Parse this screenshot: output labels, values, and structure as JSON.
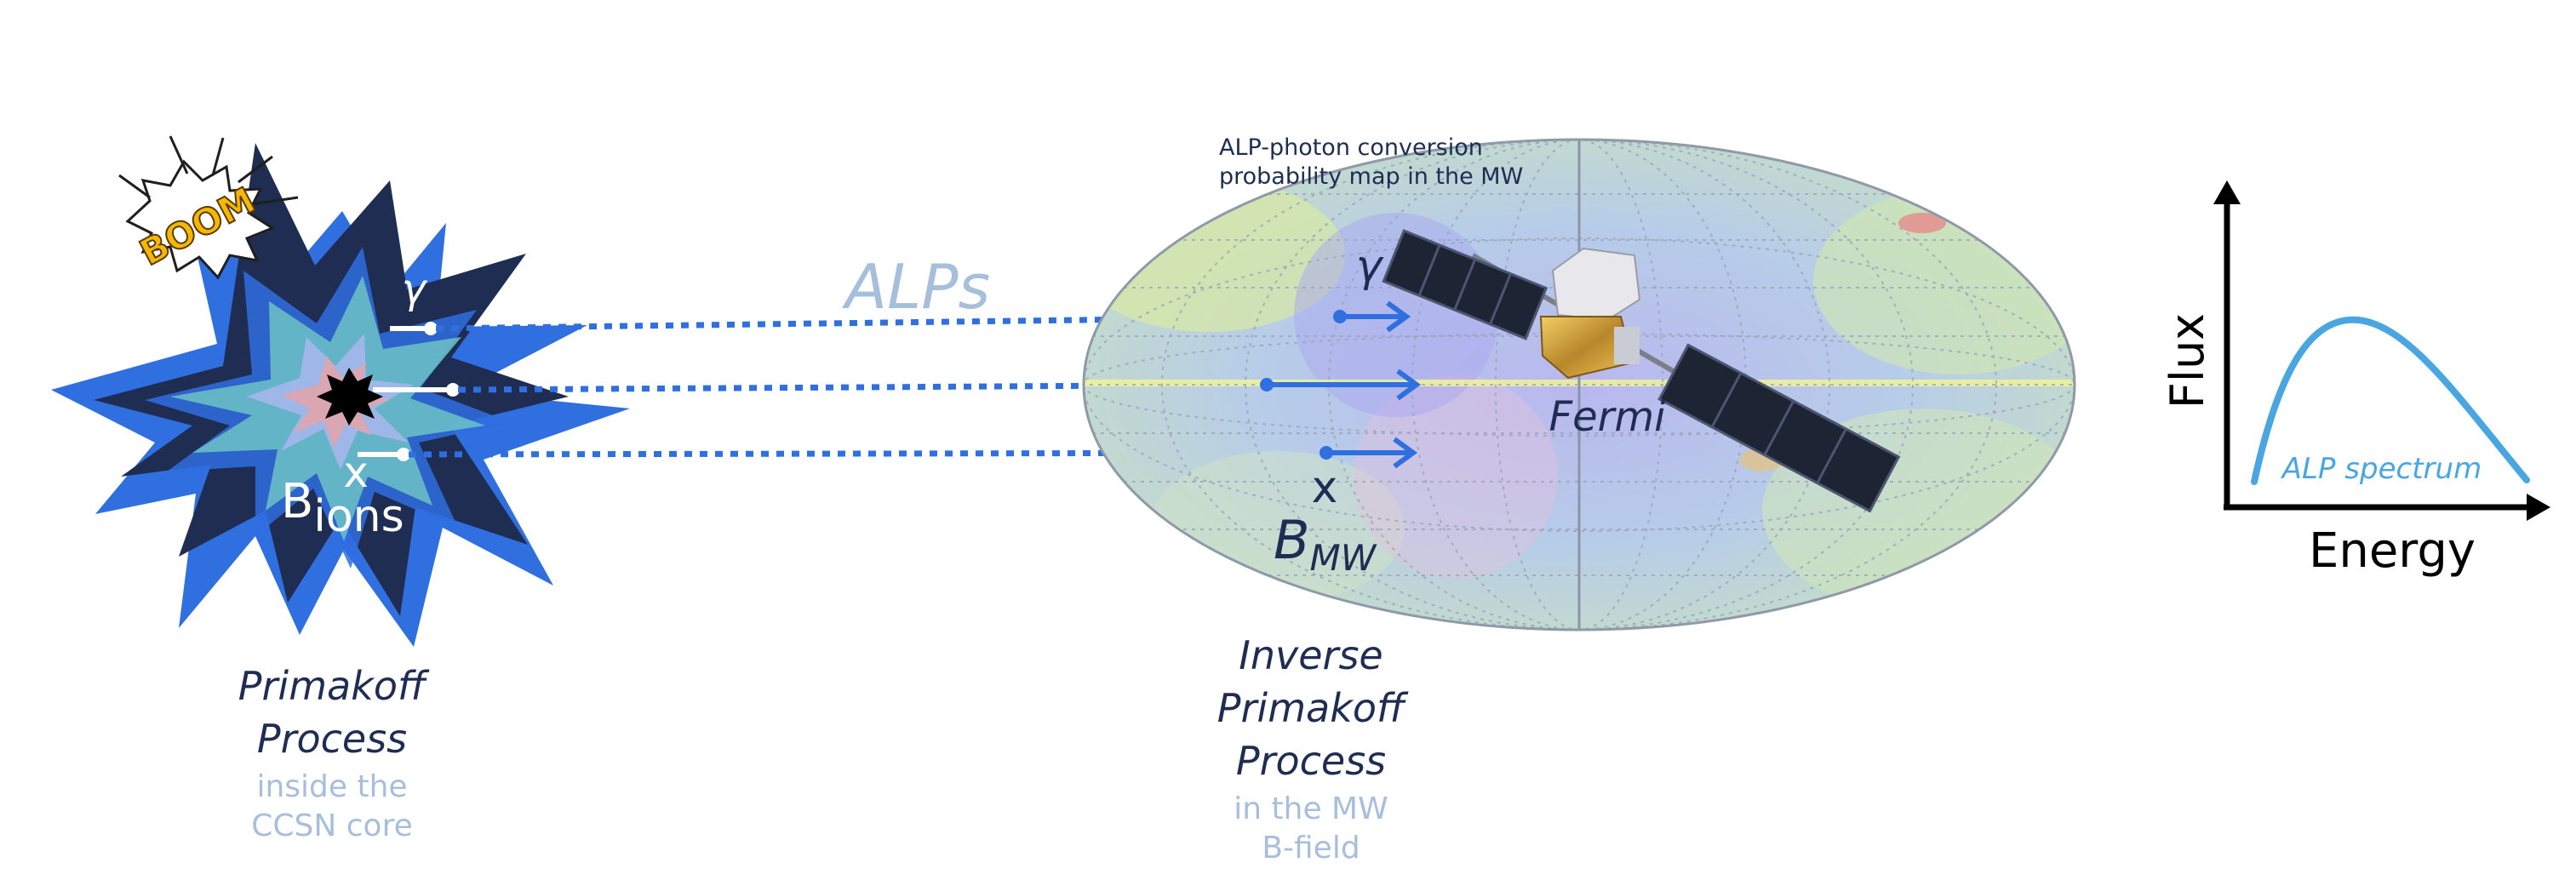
{
  "supernova": {
    "boom_text": "BOOM",
    "gamma_label": "γ",
    "x_label": "x",
    "b_ions_main": "B",
    "b_ions_sub": "ions"
  },
  "beam": {
    "label": "ALPs"
  },
  "sky_map": {
    "title_line1": "ALP-photon conversion",
    "title_line2": "probability map in the MW",
    "gamma_label": "γ",
    "x_label": "x",
    "bmw_main": "B",
    "bmw_sub": "MW",
    "satellite_label": "Fermi"
  },
  "primakoff": {
    "line1": "Primakoff",
    "line2": "Process",
    "sub1": "inside the",
    "sub2": "CCSN core"
  },
  "inverse_primakoff": {
    "line1": "Inverse",
    "line2": "Primakoff",
    "line3": "Process",
    "sub1": "in the MW",
    "sub2": "B-field"
  },
  "spectrum": {
    "ylabel": "Flux",
    "xlabel": "Energy",
    "curve_label": "ALP spectrum"
  },
  "colors": {
    "dark_navy": "#1f2d52",
    "bright_blue": "#2f6fe0",
    "light_blue": "#a8bfdc",
    "teal": "#6cc2c6",
    "spectrum_blue": "#4aa6e0",
    "boom_yellow": "#f5b800"
  }
}
